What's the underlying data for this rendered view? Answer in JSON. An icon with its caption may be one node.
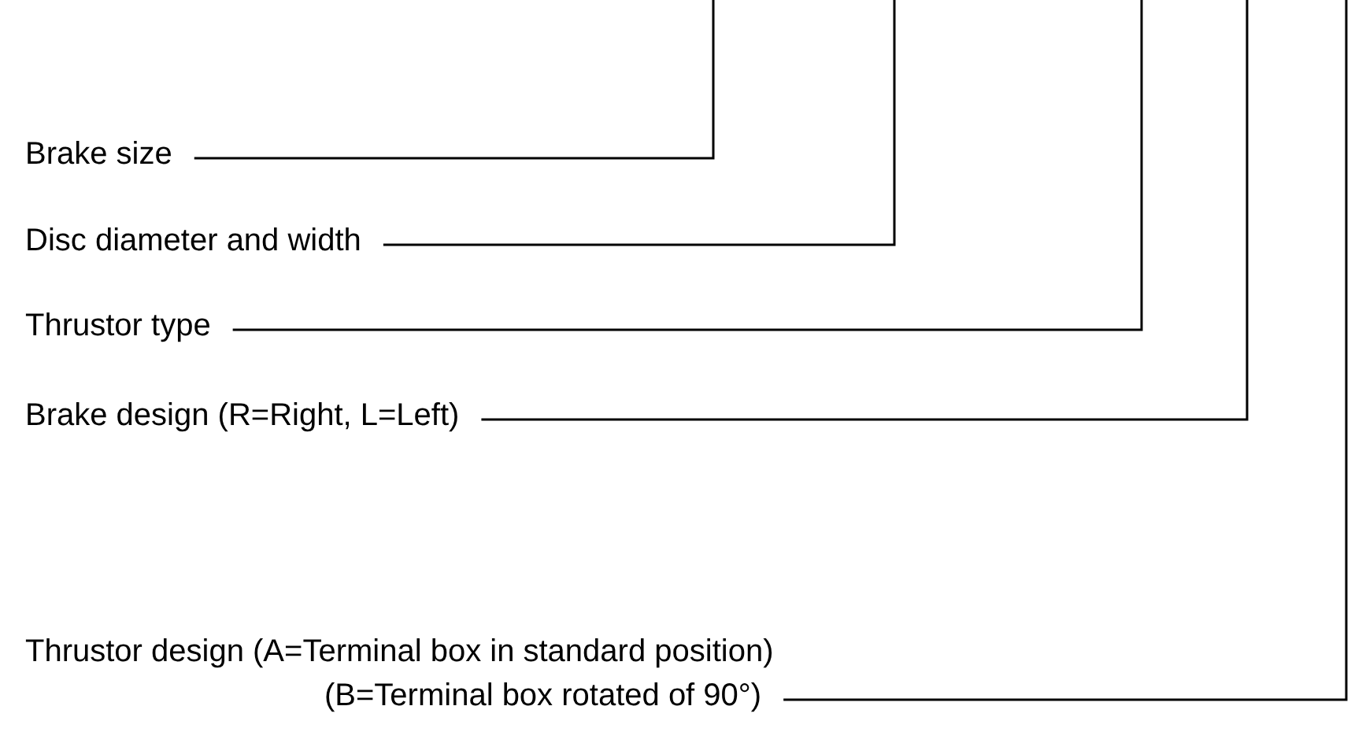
{
  "diagram": {
    "nodes": [
      {
        "text": [
          "Brake size"
        ]
      },
      {
        "text": [
          "Disc diameter and width"
        ]
      },
      {
        "text": [
          "Thrustor type"
        ]
      },
      {
        "text": [
          "Brake design (R=Right, L=Left)"
        ]
      },
      {
        "text": [
          "Thrustor design (A=Terminal box in standard position) (B=Terminal box rotated of 90°)"
        ]
      }
    ],
    "edges": [
      {
        "from": 0,
        "to": null,
        "arrow": "none"
      },
      {
        "from": 1,
        "to": null,
        "arrow": "none"
      },
      {
        "from": 2,
        "to": null,
        "arrow": "none"
      },
      {
        "from": 3,
        "to": null,
        "arrow": "none"
      },
      {
        "from": 4,
        "to": null,
        "arrow": "none"
      }
    ]
  }
}
